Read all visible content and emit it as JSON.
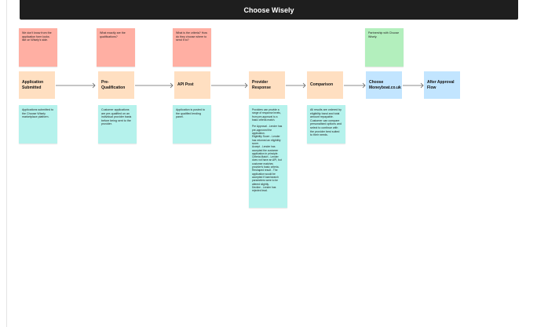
{
  "title": "Choose Wisely",
  "questions": [
    "We don't know from the application form looks like on Wisely's side.",
    "What exactly are the qualifications?",
    "What is the criteria? How do they choose where to send it to?"
  ],
  "partnership_note": "Partnership with Choose Wisely.",
  "steps": [
    "Application Submitted",
    "Pre-Qualification",
    "API Post",
    "Provider Response",
    "Comparison",
    "Choose Moneyboat.co.uk",
    "After Approval Flow"
  ],
  "details": [
    "Applications submitted to the Choose Wisely marketplace platform.",
    "Customer applications are pre-qualified on an individual provider basis before being sent to the provider.",
    "Application is posted to the qualified lending panel.",
    "Providers can provide a range of response levels, from pre-approval to a basic criteria match.\n\nPre Approval - Lender has pre-approved the application.\nEligibility Score - Lender has returned an eligibility score.\nAccept - Lender has accepted the customer application in principle.\nCriteria Match - Lender does not have an API, but customer matches provider's basic criteria.\nReshaped result - The application would be accepted if loan/search parameters were to be altered slightly.\nDecline - Lender has rejected lead.",
    "All results are ordered by eligibility band and total amount repayable. Customer can compare personalised options and select to continue with the provider best suited to their needs."
  ],
  "colors": {
    "question": "#ffafa3",
    "process": "#ffdfc1",
    "detail": "#b5f2ec",
    "partner": "#b3efbd",
    "moneyboat": "#c2e5ff",
    "titlebar": "#1e1e1e"
  }
}
